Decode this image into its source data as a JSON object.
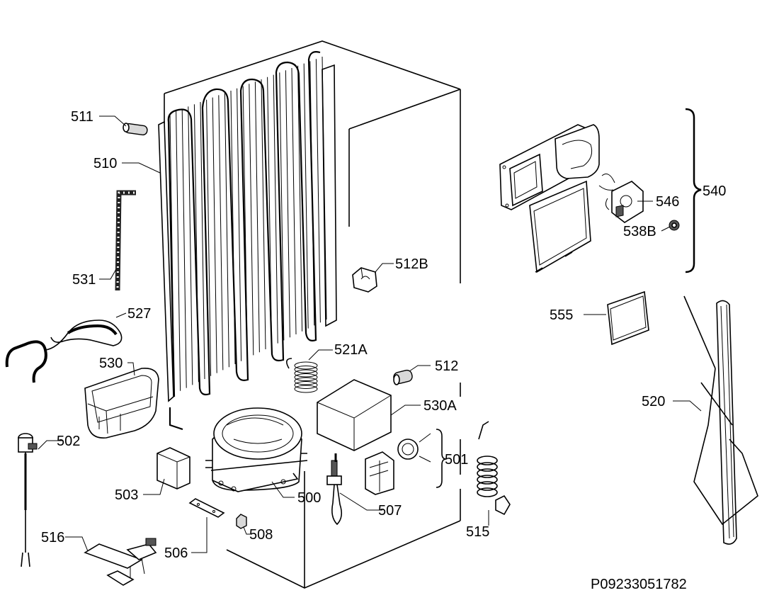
{
  "drawing_code": "P09233051782",
  "labels": {
    "p500": "500",
    "p501": "501",
    "p502": "502",
    "p503": "503",
    "p506": "506",
    "p507": "507",
    "p508": "508",
    "p510": "510",
    "p511": "511",
    "p512": "512",
    "p512b": "512B",
    "p515": "515",
    "p516": "516",
    "p520": "520",
    "p521a": "521A",
    "p527": "527",
    "p530": "530",
    "p530a": "530A",
    "p531": "531",
    "p538b": "538B",
    "p540": "540",
    "p546": "546",
    "p555": "555"
  }
}
